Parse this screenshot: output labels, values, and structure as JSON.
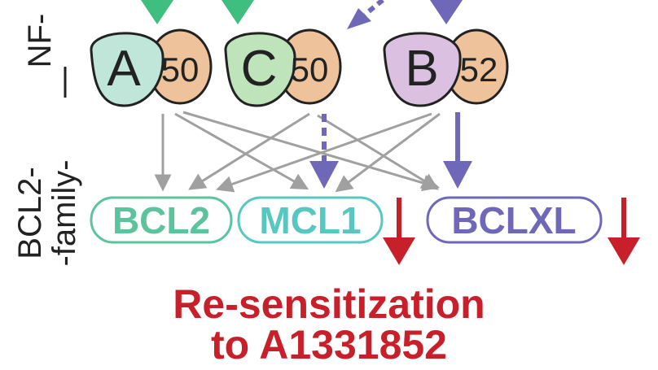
{
  "side_labels": {
    "top": "NF-",
    "bottom_line1": "BCL2-",
    "bottom_line2": "-family-"
  },
  "nodes": [
    {
      "id": "A",
      "main": "A",
      "partner": "50",
      "main_color": "#bfe6d9",
      "partner_color": "#eec29a"
    },
    {
      "id": "C",
      "main": "C",
      "partner": "50",
      "main_color": "#bfe3bb",
      "partner_color": "#eec29a"
    },
    {
      "id": "B",
      "main": "B",
      "partner": "52",
      "main_color": "#dcc0e2",
      "partner_color": "#eec29a"
    }
  ],
  "targets": [
    {
      "id": "BCL2",
      "label": "BCL2",
      "color": "#5cc49c"
    },
    {
      "id": "MCL1",
      "label": "MCL1",
      "color": "#57c7c2"
    },
    {
      "id": "BCLXL",
      "label": "BCLXL",
      "color": "#6f68b8"
    }
  ],
  "caption": {
    "line1": "Re-sensitization",
    "line2": "to A1331852"
  },
  "colors": {
    "green_arrow": "#3fbf7f",
    "purple_arrow": "#6f68b8",
    "gray_arrow": "#a0a0a0",
    "red_arrow": "#c8202a"
  }
}
